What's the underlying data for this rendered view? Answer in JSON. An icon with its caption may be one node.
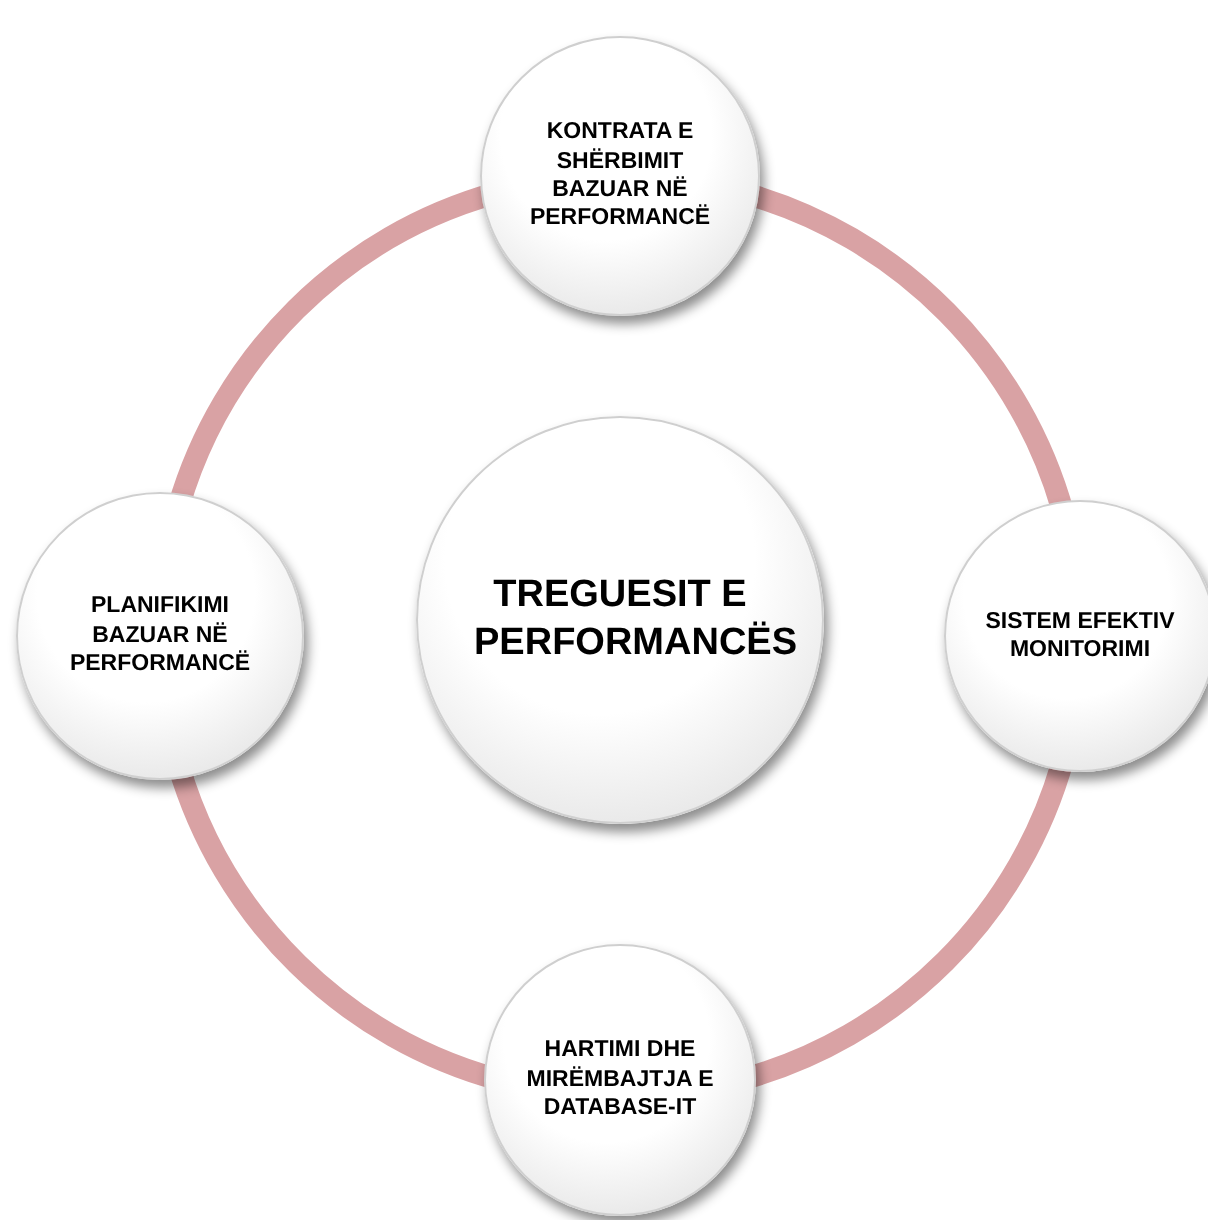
{
  "diagram": {
    "nodes": [
      {
        "text": [
          "KONTRATA E SHËRBIMIT BAZUAR NË PERFORMANCË"
        ]
      },
      {
        "text": [
          "PLANIFIKIMI BAZUAR NË PERFORMANCË"
        ]
      },
      {
        "text": [
          "TREGUESIT E PERFORMANCËS"
        ]
      },
      {
        "text": [
          "SISTEM EFEKTIV MONITORIMI"
        ]
      },
      {
        "text": [
          "HARTIMI DHE MIRËMBAJTJA E DATABASE-IT"
        ]
      }
    ],
    "edges": [
      {
        "from": 0,
        "to": 3,
        "arrow": "none",
        "color": "#d9a2a4"
      },
      {
        "from": 3,
        "to": 4,
        "arrow": "none",
        "color": "#d9a2a4"
      },
      {
        "from": 4,
        "to": 1,
        "arrow": "none",
        "color": "#d9a2a4"
      },
      {
        "from": 1,
        "to": 0,
        "arrow": "none",
        "color": "#d9a2a4"
      }
    ]
  }
}
